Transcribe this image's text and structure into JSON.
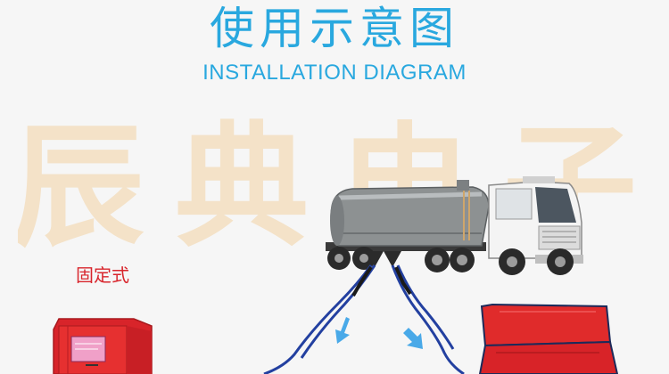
{
  "title_cn": "使用示意图",
  "title_en": "INSTALLATION DIAGRAM",
  "watermark_text": "辰典电子",
  "label_fixed": "固定式",
  "colors": {
    "title_blue": "#29a8df",
    "label_red": "#d8252c",
    "watermark": "#f4e2c8",
    "cabinet_red": "#e0262b",
    "hose_blue": "#2340a0",
    "arrow_blue": "#49a9e8",
    "screen_pink": "#f0a0c8"
  },
  "icons": [
    "fuel-tanker-truck-icon",
    "fixed-cabinet-icon",
    "red-box-icon",
    "arrow-down-icon"
  ]
}
